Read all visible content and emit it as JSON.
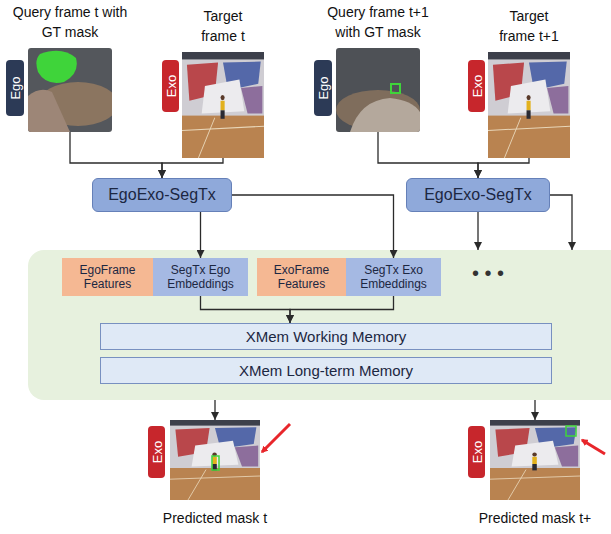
{
  "diagram": {
    "nodes": [
      {
        "text": [
          "Query frame t with GT mask"
        ]
      },
      {
        "text": [
          "Ego"
        ],
        "in": 0
      },
      {
        "text": [
          "Target frame t"
        ]
      },
      {
        "text": [
          "Exo"
        ],
        "in": 2
      },
      {
        "text": [
          "Query frame t+1 with GT mask"
        ]
      },
      {
        "text": [
          "Ego"
        ],
        "in": 4
      },
      {
        "text": [
          "Target frame t+1"
        ]
      },
      {
        "text": [
          "Exo"
        ],
        "in": 6
      },
      {
        "text": [
          "EgoExo-SegTx"
        ]
      },
      {
        "text": [
          "EgoExo-SegTx"
        ]
      },
      {
        "text": [
          "• • •"
        ]
      },
      {
        "text": [
          "EgoFrame Features"
        ],
        "in": 10
      },
      {
        "text": [
          "SegTx Ego Embeddings"
        ],
        "in": 10
      },
      {
        "text": [
          "ExoFrame Features"
        ],
        "in": 10
      },
      {
        "text": [
          "SegTx Exo Embeddings"
        ],
        "in": 10
      },
      {
        "text": [
          "XMem Working Memory"
        ],
        "in": 10
      },
      {
        "text": [
          "XMem Long-term Memory"
        ],
        "in": 10
      },
      {
        "text": [
          "Predicted mask t"
        ]
      },
      {
        "text": [
          "Exo"
        ],
        "in": 17
      },
      {
        "text": [
          "Predicted mask t+"
        ]
      },
      {
        "text": [
          "Exo"
        ],
        "in": 19
      }
    ],
    "edges": [
      {
        "from": 0,
        "to": 8,
        "arrow": "to"
      },
      {
        "from": 2,
        "to": 8,
        "arrow": "to"
      },
      {
        "from": 4,
        "to": 9,
        "arrow": "to"
      },
      {
        "from": 6,
        "to": 9,
        "arrow": "to"
      },
      {
        "from": 8,
        "to": 12,
        "arrow": "to"
      },
      {
        "from": 8,
        "to": 14,
        "arrow": "to"
      },
      {
        "from": 9,
        "to": 10,
        "arrow": "to"
      },
      {
        "from": 9,
        "to": 10,
        "arrow": "to"
      },
      {
        "from": 12,
        "to": 15,
        "arrow": "to"
      },
      {
        "from": 14,
        "to": 15,
        "arrow": "to"
      },
      {
        "from": 10,
        "to": 17,
        "arrow": "to"
      },
      {
        "from": 10,
        "to": 19,
        "arrow": "to"
      }
    ]
  }
}
